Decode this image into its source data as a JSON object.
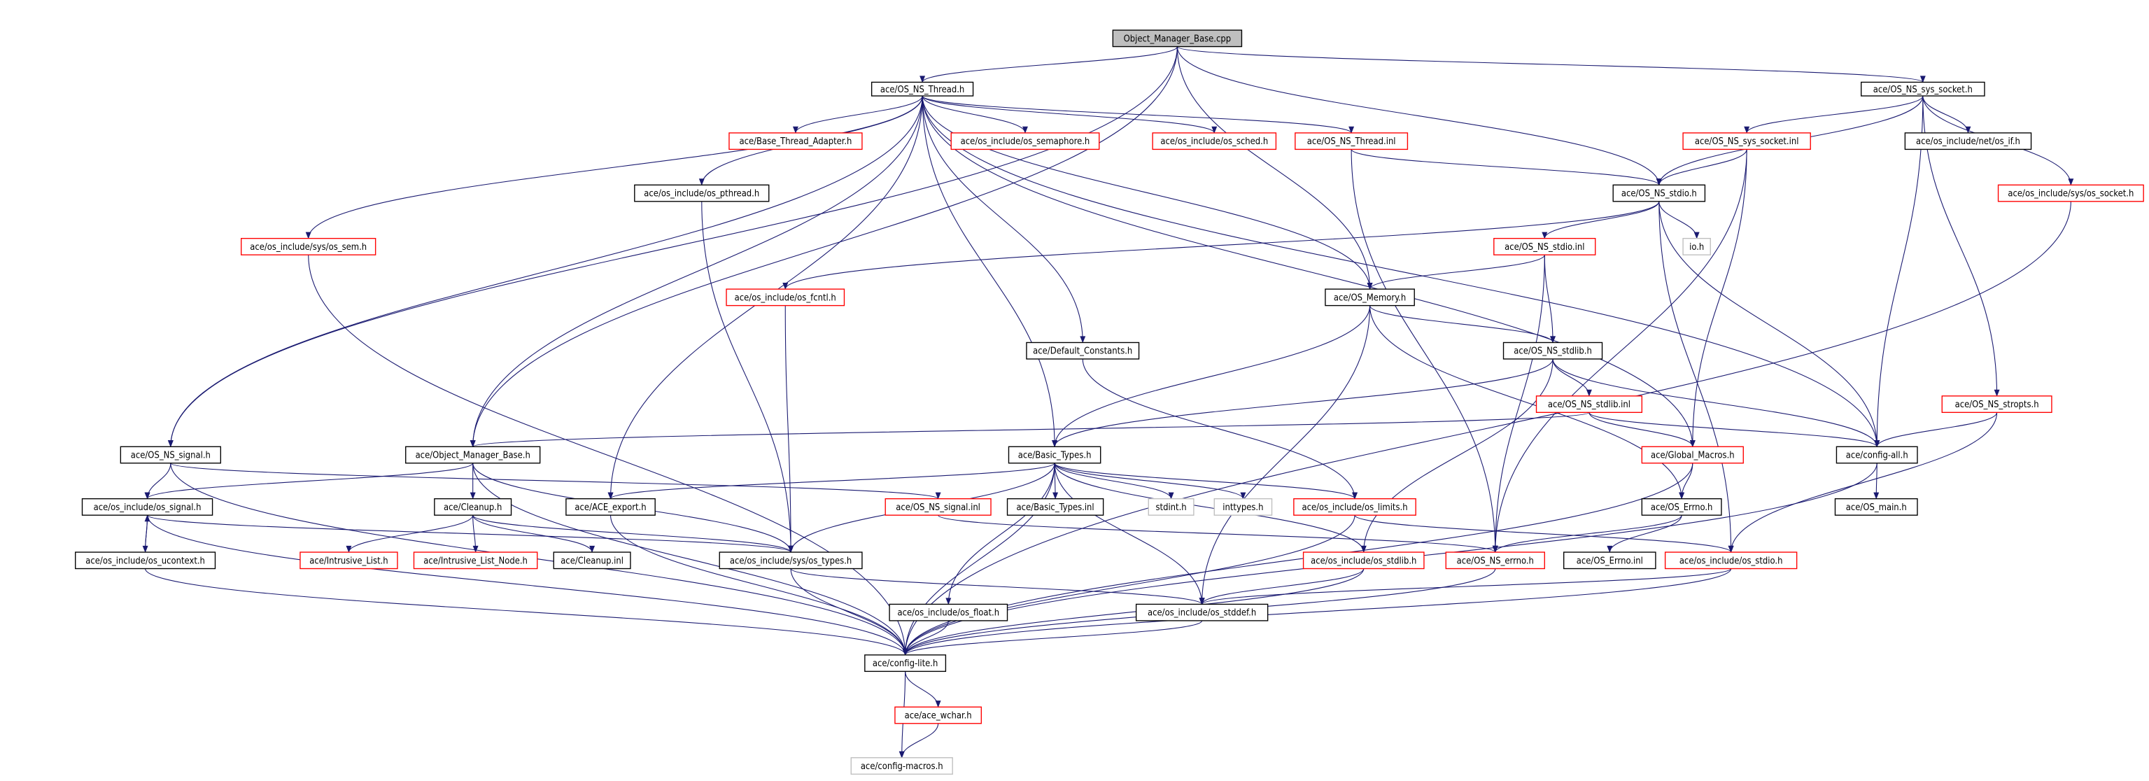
{
  "title": "Object_Manager_Base.cpp include dependency graph",
  "colors": {
    "edge": "#191970",
    "root_fill": "#bfbfbf",
    "normal_border": "#000000",
    "truncated_border": "#ff0000",
    "external_border": "#bfbfbf"
  },
  "nodes": [
    {
      "id": "n0",
      "label": "Object_Manager_Base.cpp",
      "kind": "root"
    },
    {
      "id": "n1",
      "label": "ace/OS_NS_Thread.h",
      "kind": "normal"
    },
    {
      "id": "n2",
      "label": "ace/OS_NS_sys_socket.h",
      "kind": "normal"
    },
    {
      "id": "n3",
      "label": "ace/Base_Thread_Adapter.h",
      "kind": "truncated"
    },
    {
      "id": "n4",
      "label": "ace/os_include/os_semaphore.h",
      "kind": "truncated"
    },
    {
      "id": "n5",
      "label": "ace/os_include/os_sched.h",
      "kind": "truncated"
    },
    {
      "id": "n6",
      "label": "ace/OS_NS_Thread.inl",
      "kind": "truncated"
    },
    {
      "id": "n7",
      "label": "ace/OS_NS_sys_socket.inl",
      "kind": "truncated"
    },
    {
      "id": "n8",
      "label": "ace/os_include/net/os_if.h",
      "kind": "normal"
    },
    {
      "id": "n9",
      "label": "ace/os_include/os_pthread.h",
      "kind": "normal"
    },
    {
      "id": "n10",
      "label": "ace/OS_NS_stdio.h",
      "kind": "normal"
    },
    {
      "id": "n11",
      "label": "ace/os_include/sys/os_socket.h",
      "kind": "truncated"
    },
    {
      "id": "n12",
      "label": "ace/os_include/sys/os_sem.h",
      "kind": "truncated"
    },
    {
      "id": "n13",
      "label": "ace/OS_NS_stdio.inl",
      "kind": "truncated"
    },
    {
      "id": "n14",
      "label": "io.h",
      "kind": "external"
    },
    {
      "id": "n15",
      "label": "ace/os_include/os_fcntl.h",
      "kind": "truncated"
    },
    {
      "id": "n16",
      "label": "ace/OS_Memory.h",
      "kind": "normal"
    },
    {
      "id": "n17",
      "label": "ace/Default_Constants.h",
      "kind": "normal"
    },
    {
      "id": "n18",
      "label": "ace/OS_NS_stdlib.h",
      "kind": "normal"
    },
    {
      "id": "n19",
      "label": "ace/OS_NS_stdlib.inl",
      "kind": "truncated"
    },
    {
      "id": "n20",
      "label": "ace/OS_NS_stropts.h",
      "kind": "truncated"
    },
    {
      "id": "n21",
      "label": "ace/OS_NS_signal.h",
      "kind": "normal"
    },
    {
      "id": "n22",
      "label": "ace/Object_Manager_Base.h",
      "kind": "normal"
    },
    {
      "id": "n23",
      "label": "ace/Basic_Types.h",
      "kind": "normal"
    },
    {
      "id": "n24",
      "label": "ace/Global_Macros.h",
      "kind": "truncated"
    },
    {
      "id": "n25",
      "label": "ace/config-all.h",
      "kind": "normal"
    },
    {
      "id": "n26",
      "label": "ace/os_include/os_signal.h",
      "kind": "normal"
    },
    {
      "id": "n27",
      "label": "ace/Cleanup.h",
      "kind": "normal"
    },
    {
      "id": "n28",
      "label": "ace/ACE_export.h",
      "kind": "normal"
    },
    {
      "id": "n29",
      "label": "ace/OS_NS_signal.inl",
      "kind": "truncated"
    },
    {
      "id": "n30",
      "label": "ace/Basic_Types.inl",
      "kind": "normal"
    },
    {
      "id": "n31",
      "label": "stdint.h",
      "kind": "external"
    },
    {
      "id": "n32",
      "label": "inttypes.h",
      "kind": "external"
    },
    {
      "id": "n33",
      "label": "ace/os_include/os_limits.h",
      "kind": "truncated"
    },
    {
      "id": "n34",
      "label": "ace/OS_Errno.h",
      "kind": "normal"
    },
    {
      "id": "n35",
      "label": "ace/OS_main.h",
      "kind": "normal"
    },
    {
      "id": "n36",
      "label": "ace/os_include/os_ucontext.h",
      "kind": "normal"
    },
    {
      "id": "n37",
      "label": "ace/Intrusive_List.h",
      "kind": "truncated"
    },
    {
      "id": "n38",
      "label": "ace/Intrusive_List_Node.h",
      "kind": "truncated"
    },
    {
      "id": "n39",
      "label": "ace/Cleanup.inl",
      "kind": "normal"
    },
    {
      "id": "n40",
      "label": "ace/os_include/sys/os_types.h",
      "kind": "normal"
    },
    {
      "id": "n41",
      "label": "ace/os_include/os_stdlib.h",
      "kind": "truncated"
    },
    {
      "id": "n42",
      "label": "ace/OS_NS_errno.h",
      "kind": "truncated"
    },
    {
      "id": "n43",
      "label": "ace/OS_Errno.inl",
      "kind": "normal"
    },
    {
      "id": "n44",
      "label": "ace/os_include/os_stdio.h",
      "kind": "truncated"
    },
    {
      "id": "n45",
      "label": "ace/os_include/os_float.h",
      "kind": "normal"
    },
    {
      "id": "n46",
      "label": "ace/os_include/os_stddef.h",
      "kind": "normal"
    },
    {
      "id": "n47",
      "label": "ace/config-lite.h",
      "kind": "normal"
    },
    {
      "id": "n48",
      "label": "ace/ace_wchar.h",
      "kind": "truncated"
    },
    {
      "id": "n49",
      "label": "ace/config-macros.h",
      "kind": "external"
    }
  ],
  "edges": [
    [
      "n0",
      "n1"
    ],
    [
      "n0",
      "n2"
    ],
    [
      "n0",
      "n10"
    ],
    [
      "n0",
      "n16"
    ],
    [
      "n0",
      "n21"
    ],
    [
      "n0",
      "n22"
    ],
    [
      "n1",
      "n3"
    ],
    [
      "n1",
      "n4"
    ],
    [
      "n1",
      "n5"
    ],
    [
      "n1",
      "n6"
    ],
    [
      "n1",
      "n9"
    ],
    [
      "n1",
      "n12"
    ],
    [
      "n1",
      "n17"
    ],
    [
      "n1",
      "n16"
    ],
    [
      "n1",
      "n23"
    ],
    [
      "n1",
      "n24"
    ],
    [
      "n1",
      "n25"
    ],
    [
      "n1",
      "n21"
    ],
    [
      "n1",
      "n22"
    ],
    [
      "n1",
      "n28"
    ],
    [
      "n2",
      "n7"
    ],
    [
      "n2",
      "n8"
    ],
    [
      "n2",
      "n11"
    ],
    [
      "n2",
      "n10"
    ],
    [
      "n2",
      "n25"
    ],
    [
      "n2",
      "n20"
    ],
    [
      "n6",
      "n10"
    ],
    [
      "n6",
      "n42"
    ],
    [
      "n7",
      "n10"
    ],
    [
      "n7",
      "n24"
    ],
    [
      "n7",
      "n42"
    ],
    [
      "n10",
      "n13"
    ],
    [
      "n10",
      "n14"
    ],
    [
      "n10",
      "n15"
    ],
    [
      "n10",
      "n25"
    ],
    [
      "n10",
      "n44"
    ],
    [
      "n13",
      "n16"
    ],
    [
      "n13",
      "n18"
    ],
    [
      "n13",
      "n42"
    ],
    [
      "n16",
      "n18"
    ],
    [
      "n16",
      "n23"
    ],
    [
      "n16",
      "n34"
    ],
    [
      "n16",
      "n46"
    ],
    [
      "n17",
      "n33"
    ],
    [
      "n18",
      "n19"
    ],
    [
      "n18",
      "n23"
    ],
    [
      "n18",
      "n25"
    ],
    [
      "n18",
      "n41"
    ],
    [
      "n19",
      "n22"
    ],
    [
      "n19",
      "n24"
    ],
    [
      "n19",
      "n25"
    ],
    [
      "n20",
      "n25"
    ],
    [
      "n20",
      "n44"
    ],
    [
      "n21",
      "n26"
    ],
    [
      "n21",
      "n29"
    ],
    [
      "n21",
      "n47"
    ],
    [
      "n22",
      "n26"
    ],
    [
      "n22",
      "n27"
    ],
    [
      "n22",
      "n47"
    ],
    [
      "n22",
      "n40"
    ],
    [
      "n23",
      "n28"
    ],
    [
      "n23",
      "n30"
    ],
    [
      "n23",
      "n31"
    ],
    [
      "n23",
      "n32"
    ],
    [
      "n23",
      "n33"
    ],
    [
      "n23",
      "n40"
    ],
    [
      "n23",
      "n41"
    ],
    [
      "n23",
      "n45"
    ],
    [
      "n23",
      "n46"
    ],
    [
      "n23",
      "n47"
    ],
    [
      "n24",
      "n34"
    ],
    [
      "n24",
      "n47"
    ],
    [
      "n25",
      "n35"
    ],
    [
      "n25",
      "n47"
    ],
    [
      "n26",
      "n36"
    ],
    [
      "n26",
      "n40"
    ],
    [
      "n26",
      "n47"
    ],
    [
      "n36",
      "n26"
    ],
    [
      "n36",
      "n47"
    ],
    [
      "n27",
      "n37"
    ],
    [
      "n27",
      "n38"
    ],
    [
      "n27",
      "n39"
    ],
    [
      "n27",
      "n40"
    ],
    [
      "n28",
      "n47"
    ],
    [
      "n29",
      "n42"
    ],
    [
      "n33",
      "n44"
    ],
    [
      "n33",
      "n47"
    ],
    [
      "n34",
      "n42"
    ],
    [
      "n34",
      "n43"
    ],
    [
      "n40",
      "n46"
    ],
    [
      "n40",
      "n47"
    ],
    [
      "n41",
      "n46"
    ],
    [
      "n41",
      "n47"
    ],
    [
      "n42",
      "n47"
    ],
    [
      "n44",
      "n46"
    ],
    [
      "n44",
      "n47"
    ],
    [
      "n45",
      "n47"
    ],
    [
      "n46",
      "n47"
    ],
    [
      "n9",
      "n40"
    ],
    [
      "n12",
      "n47"
    ],
    [
      "n15",
      "n40"
    ],
    [
      "n11",
      "n47"
    ],
    [
      "n47",
      "n48"
    ],
    [
      "n47",
      "n49"
    ],
    [
      "n48",
      "n49"
    ]
  ]
}
